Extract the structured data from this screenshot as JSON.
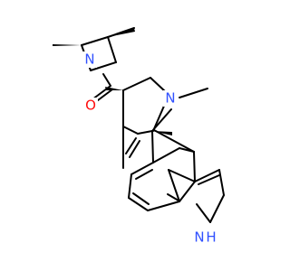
{
  "structure": {
    "atoms": {
      "azetidine_nitrogen": "N",
      "carbonyl_oxygen": "O",
      "ring_nitrogen": "N",
      "indole_nitrogen": "N",
      "indole_hydrogen": "H"
    },
    "colors": {
      "background": "#ffffff",
      "bond": "#000000",
      "nitrogen": "#3050ff",
      "oxygen": "#ff0d0d"
    }
  }
}
